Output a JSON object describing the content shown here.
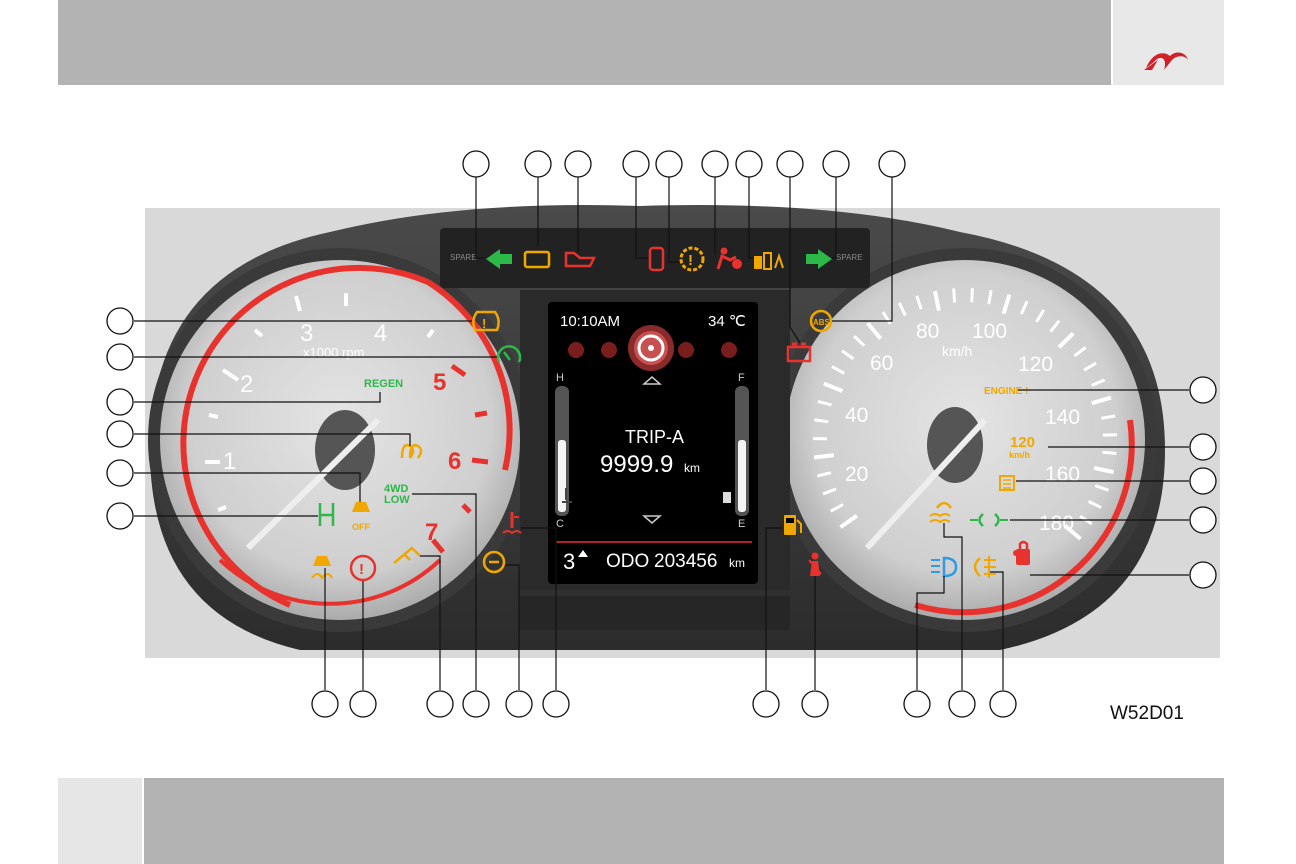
{
  "figure_code": "W52D01",
  "tachometer": {
    "ticks": [
      "1",
      "2",
      "3",
      "4",
      "5",
      "6",
      "7"
    ],
    "unit": "x1000 rpm"
  },
  "speedometer": {
    "ticks": [
      "20",
      "40",
      "60",
      "80",
      "100",
      "120",
      "140",
      "160",
      "180"
    ],
    "unit": "km/h"
  },
  "telltale_strip": {
    "spare_left": "SPARE",
    "spare_right": "SPARE"
  },
  "display": {
    "clock": "10:10AM",
    "temperature": "34 ℃",
    "trip_label": "TRIP-A",
    "trip_value": "9999.9",
    "trip_unit": "km",
    "gear": "3",
    "odo_label": "ODO",
    "odo_value": "203456",
    "odo_unit": "km",
    "temp_gauge": {
      "top": "H",
      "bottom": "C"
    },
    "fuel_gauge": {
      "top": "F",
      "bottom": "E"
    }
  },
  "indicator_labels": {
    "regen": "REGEN",
    "fourwd_line1": "4WD",
    "fourwd_line2": "LOW",
    "esp_off": "OFF",
    "engine": "ENGINE !",
    "cruise_speed": "120",
    "cruise_unit": "km/h",
    "abs": "ABS"
  },
  "colors": {
    "warning_red": "#e8322d",
    "amber": "#f0a800",
    "green": "#2db84a",
    "blue": "#2f9be8",
    "cluster_dark": "#333333"
  }
}
